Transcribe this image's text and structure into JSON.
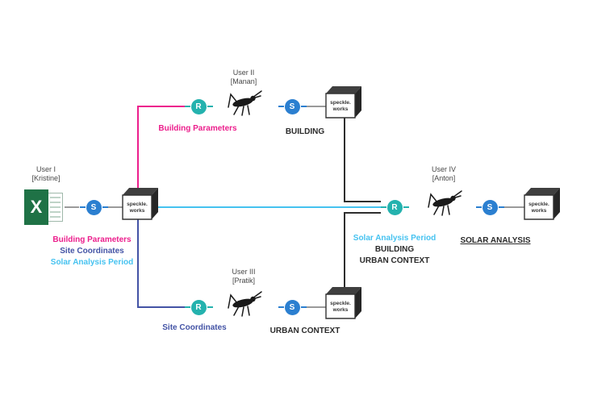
{
  "diagram": {
    "users": {
      "user1": {
        "name": "User I",
        "handle": "[Kristine]"
      },
      "user2": {
        "name": "User II",
        "handle": "[Manan]"
      },
      "user3": {
        "name": "User III",
        "handle": "[Pratik]"
      },
      "user4": {
        "name": "User IV",
        "handle": "[Anton]"
      }
    },
    "excel": {
      "letter": "X"
    },
    "speckle_box": {
      "line1": "speckle.",
      "line2": "works"
    },
    "node_letters": {
      "sender": "S",
      "receiver": "R"
    },
    "labels": {
      "building_parameters": "Building Parameters",
      "site_coordinates": "Site Coordinates",
      "solar_analysis_period": "Solar Analysis Period",
      "building": "BUILDING",
      "urban_context": "URBAN CONTEXT",
      "solar_analysis": "SOLAR ANALYSIS"
    }
  },
  "colors": {
    "pink": "#ec1e8c",
    "indigo": "#4353a5",
    "cyan": "#45c2f0",
    "sender_blue": "#2b7fd0",
    "receiver_teal": "#24b2ae",
    "gray_line": "#9a9a9a",
    "black_line": "#2e2e2e",
    "cube_top": "#3f3f3f",
    "cube_side": "#262626",
    "cube_border": "#333333",
    "excel_green": "#1f7246",
    "text_dark": "#474747"
  }
}
